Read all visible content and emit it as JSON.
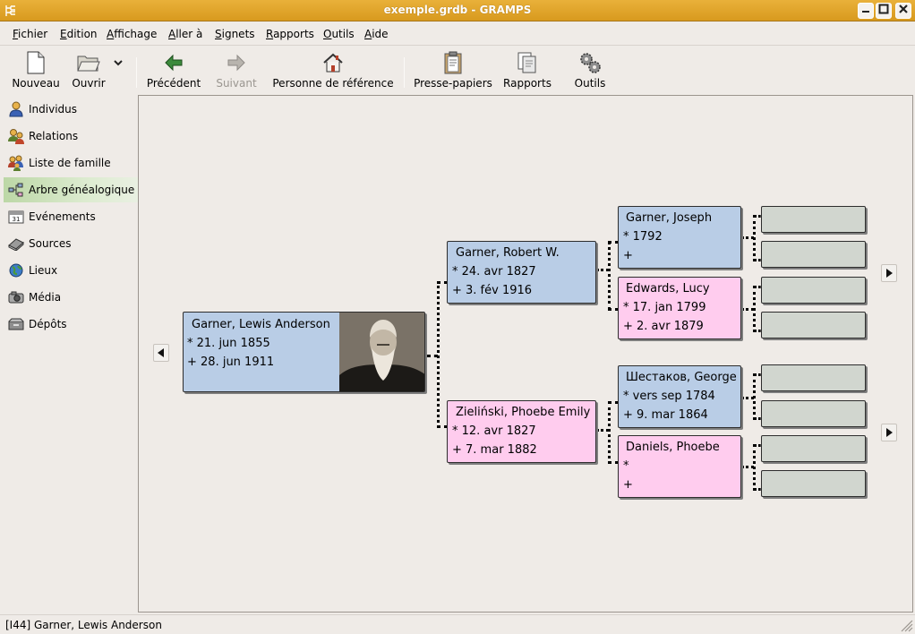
{
  "window": {
    "title": "exemple.grdb - GRAMPS"
  },
  "menu": [
    "Fichier",
    "Edition",
    "Affichage",
    "Aller à",
    "Signets",
    "Rapports",
    "Outils",
    "Aide"
  ],
  "toolbar": {
    "new": "Nouveau",
    "open": "Ouvrir",
    "back": "Précédent",
    "forward": "Suivant",
    "home": "Personne de référence",
    "clipboard": "Presse-papiers",
    "reports": "Rapports",
    "tools": "Outils"
  },
  "sidebar": [
    {
      "label": "Individus",
      "icon": "person-icon"
    },
    {
      "label": "Relations",
      "icon": "relations-icon"
    },
    {
      "label": "Liste de famille",
      "icon": "family-list-icon"
    },
    {
      "label": "Arbre généalogique",
      "icon": "pedigree-icon",
      "active": true
    },
    {
      "label": "Evénements",
      "icon": "calendar-icon"
    },
    {
      "label": "Sources",
      "icon": "book-icon"
    },
    {
      "label": "Lieux",
      "icon": "globe-icon"
    },
    {
      "label": "Média",
      "icon": "camera-icon"
    },
    {
      "label": "Dépôts",
      "icon": "repository-icon"
    }
  ],
  "tree": {
    "root": {
      "name": "Garner, Lewis Anderson",
      "birth": "* 21. jun 1855",
      "death": "+ 28. jun 1911",
      "gender": "male"
    },
    "father": {
      "name": "Garner, Robert W.",
      "birth": "* 24. avr 1827",
      "death": "+ 3. fév 1916",
      "gender": "male"
    },
    "mother": {
      "name": "Zieliński, Phoebe Emily",
      "birth": "* 12. avr 1827",
      "death": "+ 7. mar 1882",
      "gender": "female"
    },
    "ff": {
      "name": "Garner, Joseph",
      "birth": "* 1792",
      "death": "+",
      "gender": "male"
    },
    "fm": {
      "name": "Edwards, Lucy",
      "birth": "* 17. jan 1799",
      "death": "+ 2. avr 1879",
      "gender": "female"
    },
    "mf": {
      "name": "Шестаков, George",
      "birth": "* vers sep 1784",
      "death": "+ 9. mar 1864",
      "gender": "male"
    },
    "mm": {
      "name": "Daniels, Phoebe",
      "birth": "*",
      "death": "+",
      "gender": "female"
    }
  },
  "status": {
    "text": "[I44]  Garner, Lewis Anderson"
  },
  "colors": {
    "male": "#b9cde6",
    "female": "#ffccee",
    "empty": "#d1d6cf",
    "titlebar": "#e0a52c"
  }
}
